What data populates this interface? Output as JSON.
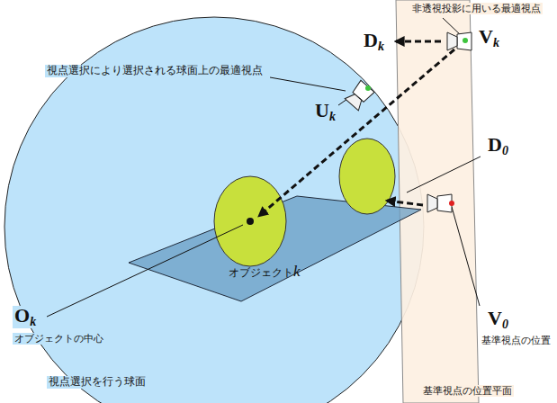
{
  "diagram": {
    "labels": [
      "非透視投影に用いる最適視点",
      "Vk",
      "Dk",
      "視点選択により選択される球面上の最適視点",
      "Uk",
      "D0",
      "オブジェクトk",
      "Ok",
      "オブジェクトの中心",
      "V0",
      "基準視点の位置",
      "視点選択を行う球面",
      "基準視点の位置平面"
    ]
  }
}
